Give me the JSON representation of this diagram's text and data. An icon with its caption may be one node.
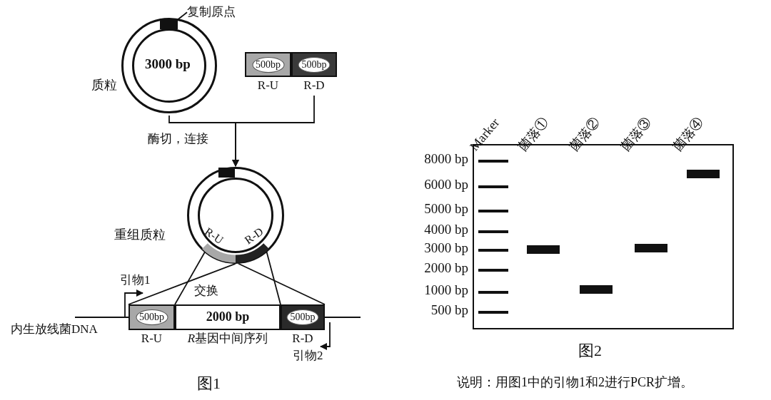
{
  "diagram": {
    "caption": "说明：用图1中的引物1和2进行PCR扩增。",
    "nodes": [
      {
        "text": [
          "3000 bp"
        ],
        "beside": [
          "质粒"
        ]
      },
      {
        "text": [
          "复制原点"
        ]
      },
      {
        "text": [],
        "shape": "box",
        "in": 0
      },
      {
        "text": [
          "500bp",
          "R-U"
        ]
      },
      {
        "text": [
          "500bp",
          "R-D"
        ]
      },
      {
        "text": [],
        "shape": "circle",
        "beside": [
          "重组质粒"
        ]
      },
      {
        "text": [
          "R-U"
        ],
        "in": 5
      },
      {
        "text": [
          "R-D"
        ],
        "in": 5
      },
      {
        "text": [
          "内生放线菌DNA"
        ]
      },
      {
        "text": [
          "500bp",
          "R-U"
        ],
        "in": 8
      },
      {
        "text": [
          "2000 bp",
          "R基因中间序列"
        ],
        "in": 8
      },
      {
        "text": [
          "500bp",
          "R-D"
        ],
        "in": 8
      },
      {
        "text": [],
        "shape": "box",
        "in": 5
      }
    ],
    "edges": [
      {
        "from": 1,
        "to": 2,
        "arrow": "none"
      },
      {
        "from": 0,
        "to": 5,
        "arrow": "to",
        "label": "酶切，连接"
      },
      {
        "from": 4,
        "to": 5,
        "arrow": "to"
      },
      {
        "from": 6,
        "to": 9,
        "arrow": "none",
        "label": "交换"
      },
      {
        "from": 6,
        "to": 9,
        "arrow": "none"
      },
      {
        "from": 7,
        "to": 11,
        "arrow": "none"
      },
      {
        "from": 7,
        "to": 11,
        "arrow": "none"
      }
    ],
    "labels": [
      "引物1",
      "引物2",
      "图1",
      "Marker",
      "菌落①",
      "菌落②",
      "菌落③",
      "菌落④",
      "8000 bp",
      "6000 bp",
      "5000 bp",
      "4000 bp",
      "3000 bp",
      "2000 bp",
      "1000 bp",
      "500 bp",
      "图2"
    ]
  }
}
